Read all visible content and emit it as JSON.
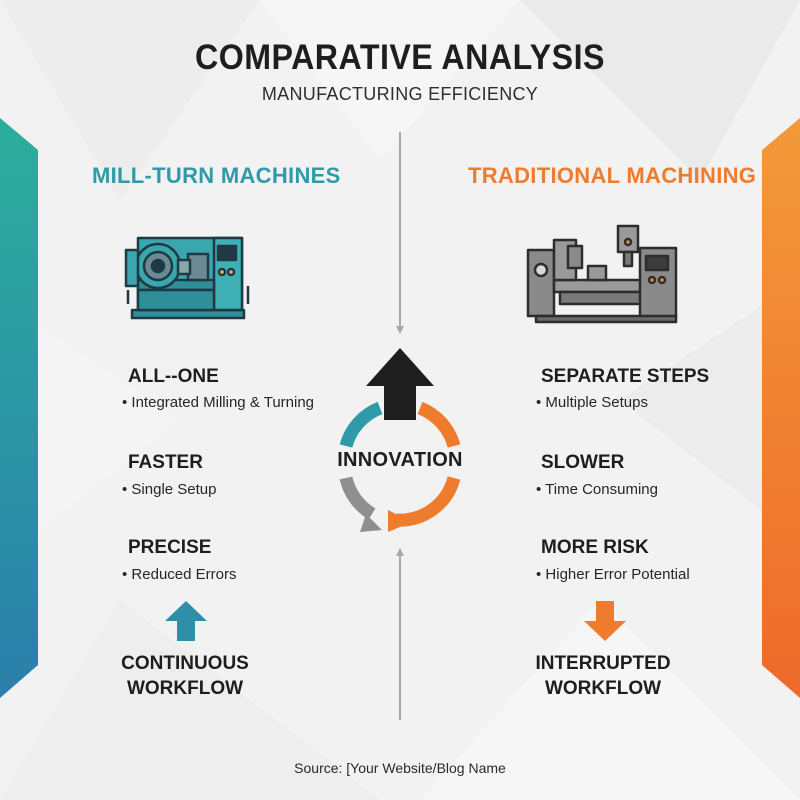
{
  "header": {
    "title": "COMPARATIVE ANALYSIS",
    "subtitle": "MANUFACTURING EFFICIENCY"
  },
  "left": {
    "heading": "MILL-TURN MACHINES",
    "features": [
      {
        "title": "ALL--ONE",
        "bullet": "Integrated Milling & Turning"
      },
      {
        "title": "FASTER",
        "bullet": "Single Setup"
      },
      {
        "title": "PRECISE",
        "bullet": "Reduced Errors"
      }
    ],
    "workflow_line1": "CONTINUOUS",
    "workflow_line2": "WORKFLOW"
  },
  "right": {
    "heading": "TRADITIONAL MACHINING",
    "features": [
      {
        "title": "SEPARATE STEPS",
        "bullet": "Multiple Setups"
      },
      {
        "title": "SLOWER",
        "bullet": "Time Consuming"
      },
      {
        "title": "MORE RISK",
        "bullet": "Higher Error Potential"
      }
    ],
    "workflow_line1": "INTERRUPTED",
    "workflow_line2": "WORKFLOW"
  },
  "center": {
    "label": "INNOVATION"
  },
  "footer": {
    "source": "Source: [Your Website/Blog Name"
  },
  "colors": {
    "teal": "#2f9aa8",
    "orange": "#ee7c2c",
    "dark": "#1e1e1e",
    "gray": "#9a9a9a"
  },
  "icons": {
    "left_machine": "mill-turn-machine-icon",
    "right_machine": "traditional-lathe-icon",
    "center_up_arrow": "up-arrow-icon",
    "cycle": "cycle-ring-icon",
    "left_arrow": "teal-up-arrow-icon",
    "right_arrow": "orange-down-arrow-icon"
  }
}
